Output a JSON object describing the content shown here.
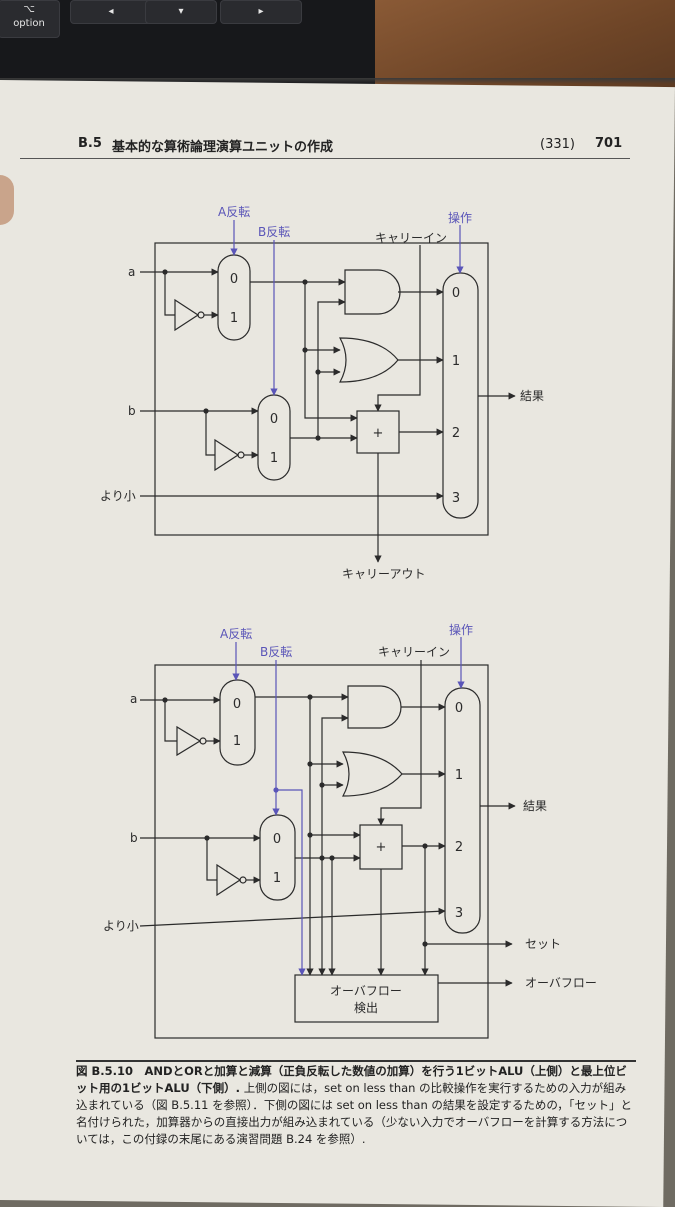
{
  "keyboard": {
    "keys": [
      {
        "icon": "option-key",
        "label": "option",
        "symbol": "⌥"
      },
      {
        "icon": "left-arrow-key",
        "symbol": "◂"
      },
      {
        "icon": "down-arrow-key",
        "symbol": "▾"
      },
      {
        "icon": "right-arrow-key",
        "symbol": "▸"
      }
    ]
  },
  "header": {
    "section": "B.5",
    "title": "基本的な算術論理演算ユニットの作成",
    "page_orig": "(331)",
    "page": "701"
  },
  "top_diagram": {
    "a_invert": "A反転",
    "b_invert": "B反転",
    "operation": "操作",
    "carry_in": "キャリーイン",
    "a": "a",
    "b": "b",
    "less": "より小",
    "result": "結果",
    "carry_out": "キャリーアウト",
    "mux_a": [
      "0",
      "1"
    ],
    "mux_b": [
      "0",
      "1"
    ],
    "mux_op": [
      "0",
      "1",
      "2",
      "3"
    ],
    "adder": "+"
  },
  "bottom_diagram": {
    "a_invert": "A反転",
    "b_invert": "B反転",
    "operation": "操作",
    "carry_in": "キャリーイン",
    "a": "a",
    "b": "b",
    "less": "より小",
    "result": "結果",
    "set": "セット",
    "overflow": "オーバフロー",
    "overflow_detect_1": "オーバフロー",
    "overflow_detect_2": "検出",
    "mux_a": [
      "0",
      "1"
    ],
    "mux_b": [
      "0",
      "1"
    ],
    "mux_op": [
      "0",
      "1",
      "2",
      "3"
    ],
    "adder": "+"
  },
  "caption": {
    "fig": "図 B.5.10　ANDとORと加算と減算（正負反転した数値の加算）を行う1ビットALU（上側）と最上位ビット用の1ビットALU（下側）.",
    "body": "上側の図には，set on less than の比較操作を実行するための入力が組み込まれている（図 B.5.11 を参照）．下側の図には set on less than の結果を設定するための，「セット」と名付けられた，加算器からの直接出力が組み込まれている（少ない入力でオーバフローを計算する方法については，この付録の末尾にある演習問題 B.24 を参照）."
  },
  "colors": {
    "wire": "#2b2b2b",
    "control_wire": "#5a55b8",
    "paper": "#e9e7e0"
  }
}
